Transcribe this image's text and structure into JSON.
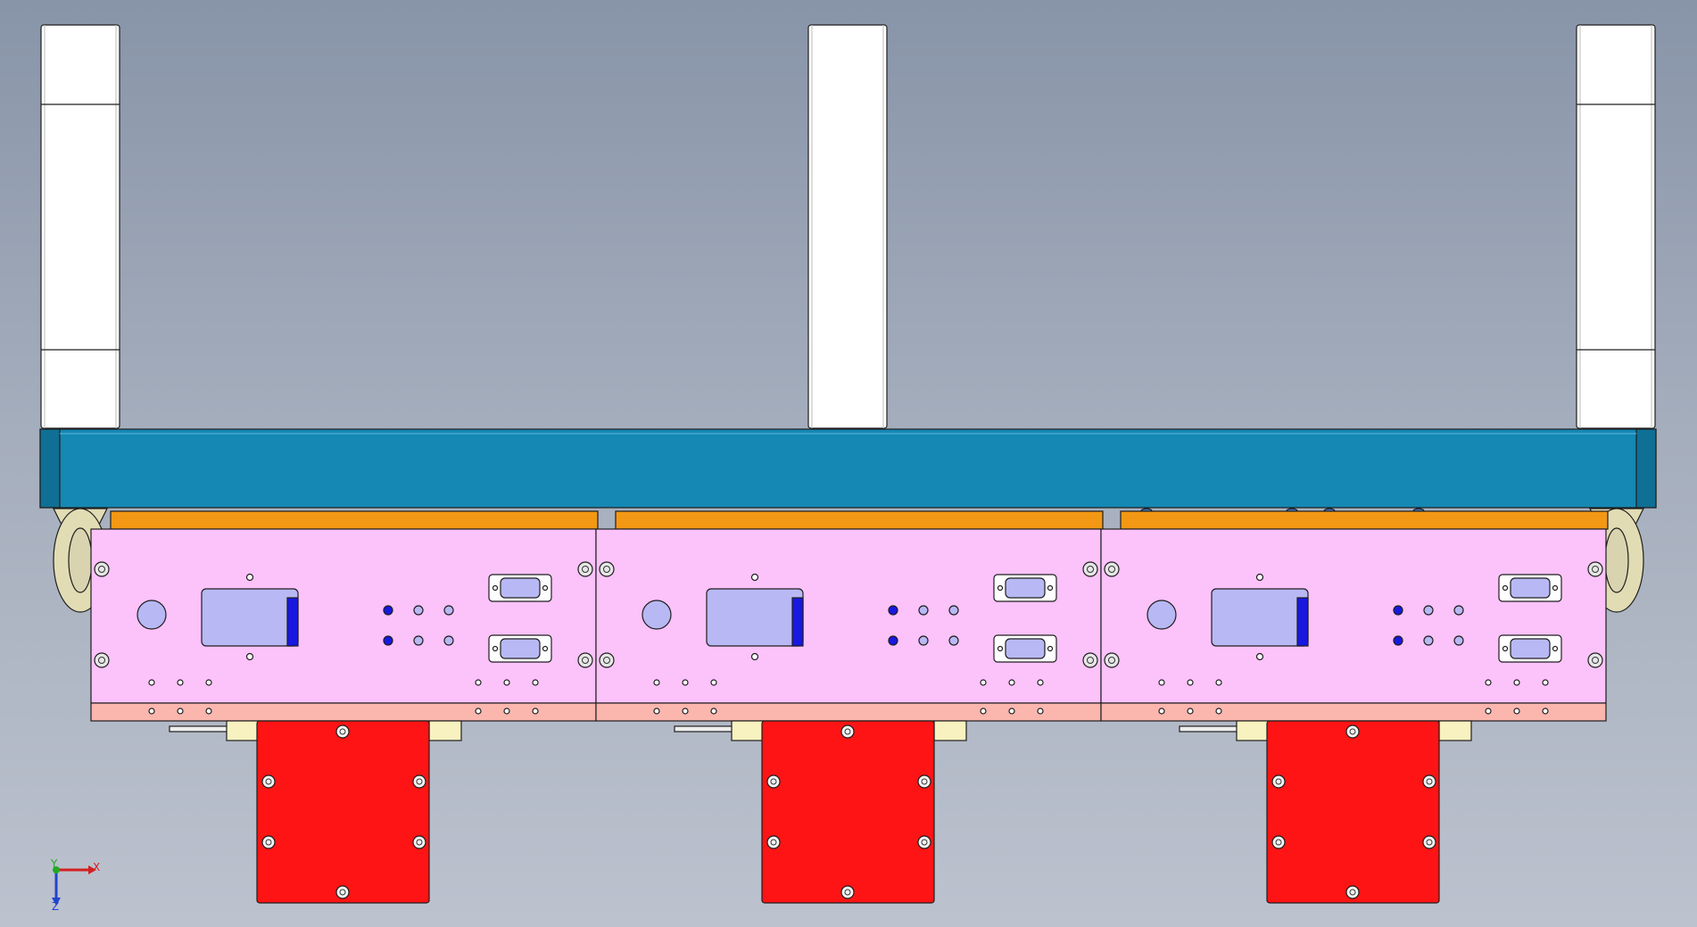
{
  "view": {
    "colors": {
      "background_top": "#8894a8",
      "background_bottom": "#bcc2ce",
      "post": "#ffffff",
      "beam": "#1588b4",
      "beam_end": "#0f6f94",
      "orange_strip": "#f39814",
      "panel": "#fcc2fa",
      "panel_bottom_strip": "#fbb6ae",
      "display_window": "#b8b8f4",
      "display_bar": "#1818e0",
      "indicator_dot": "#1818e0",
      "connector_body": "#b8b8f4",
      "red_block": "#fe1414",
      "mount_tab": "#f8f2c0",
      "eye_bolt": "#e2dcb4"
    }
  },
  "triad": {
    "x_label": "X",
    "y_label": "Y",
    "z_label": "Z"
  },
  "model": {
    "posts": [
      "left-post",
      "center-post",
      "right-post"
    ],
    "modules": [
      "module-1",
      "module-2",
      "module-3"
    ]
  }
}
